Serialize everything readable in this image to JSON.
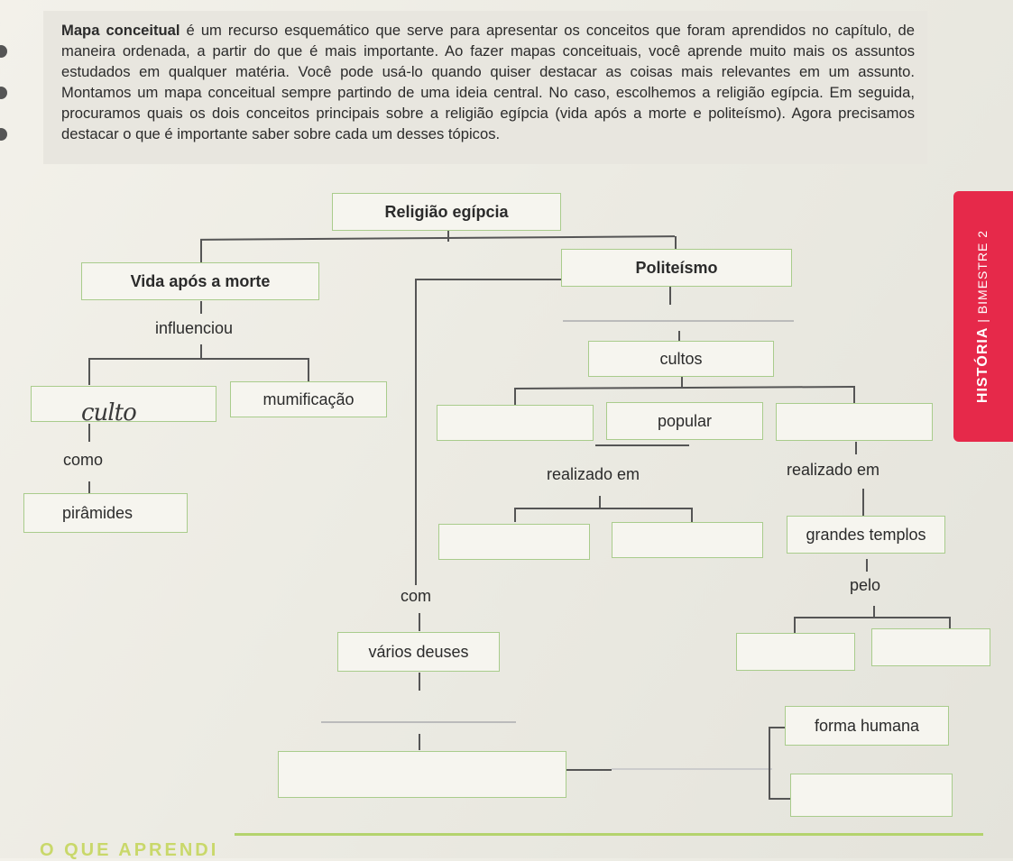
{
  "intro": {
    "lead": "Mapa conceitual",
    "text": " é um recurso esquemático que serve para apresentar os conceitos que foram aprendidos no capítulo, de maneira ordenada, a partir do que é mais importante. Ao fazer mapas conceituais, você aprende muito mais os assuntos estudados em qualquer matéria. Você pode usá-lo quando quiser destacar as coisas mais relevantes em um assunto. Montamos um mapa conceitual sempre partindo de uma ideia central. No caso, escolhemos a religião egípcia. Em seguida, procuramos quais os dois conceitos principais sobre a religião egípcia (vida após a morte e politeísmo). Agora precisamos destacar o que é importante saber sobre cada um desses tópicos."
  },
  "map": {
    "root": "Religião egípcia",
    "left_branch": "Vida após a morte",
    "right_branch": "Politeísmo",
    "influenciou": "influenciou",
    "handwritten_answer": "culto",
    "mumificacao": "mumificação",
    "como": "como",
    "piramides": "pirâmides",
    "cultos": "cultos",
    "popular": "popular",
    "realizado_em_1": "realizado em",
    "realizado_em_2": "realizado em",
    "grandes_templos": "grandes templos",
    "com": "com",
    "pelo": "pelo",
    "varios_deuses": "vários deuses",
    "forma_humana": "forma humana"
  },
  "side_tab": {
    "subject": "HISTÓRIA",
    "separator": "|",
    "term": "BIMESTRE 2"
  },
  "footer": {
    "section_title": "O QUE APRENDI"
  },
  "colors": {
    "box_border": "#a9cc8c",
    "tab": "#e6294a"
  }
}
